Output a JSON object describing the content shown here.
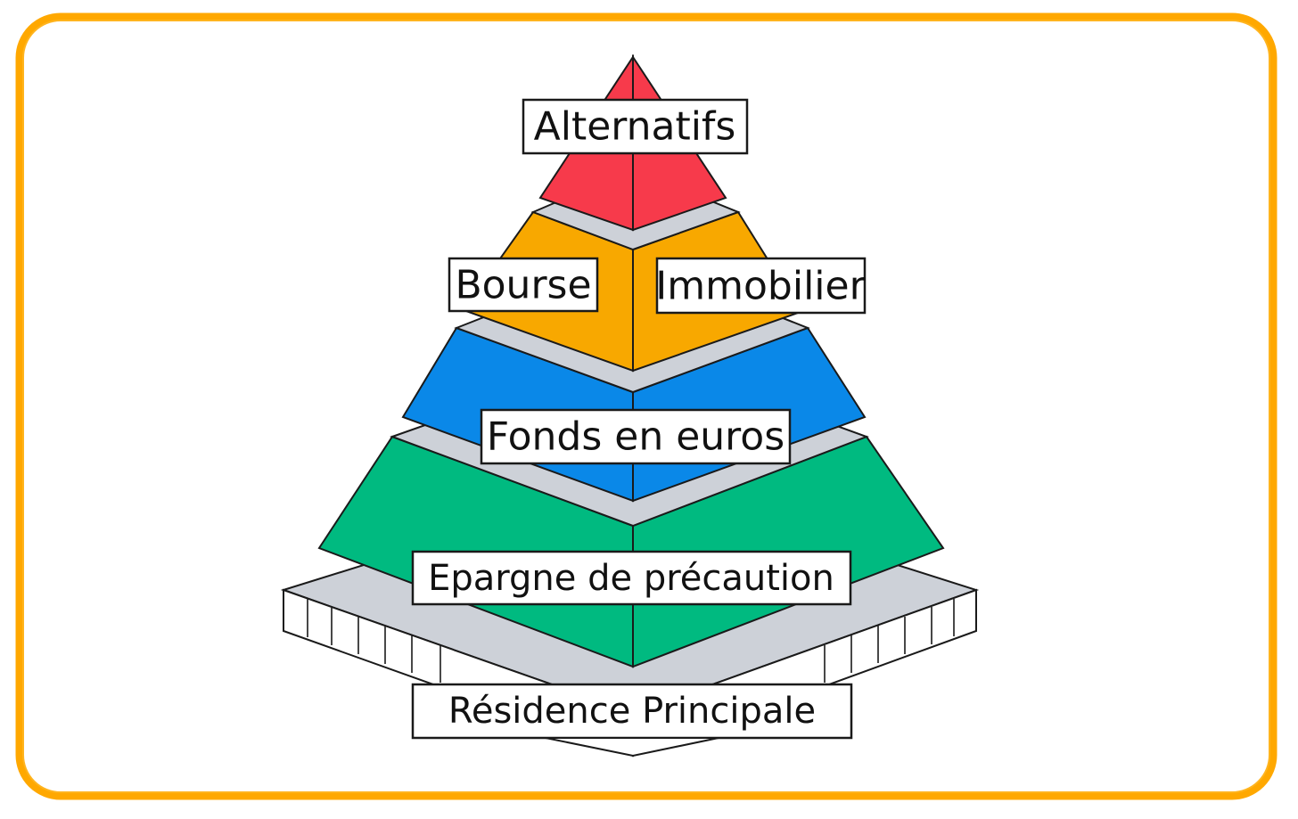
{
  "diagram": {
    "colors": {
      "frame": "#FFA800",
      "top": "#F73A4B",
      "second": "#F8A800",
      "third": "#0A88E8",
      "fourth": "#00BA80",
      "base": "#CDD1D8",
      "outline": "#1a1a1a"
    },
    "labels": {
      "alternatifs": "Alternatifs",
      "bourse": "Bourse",
      "immobilier": "Immobilier",
      "fonds": "Fonds en euros",
      "epargne": "Epargne de précaution",
      "residence": "Résidence Principale"
    }
  }
}
